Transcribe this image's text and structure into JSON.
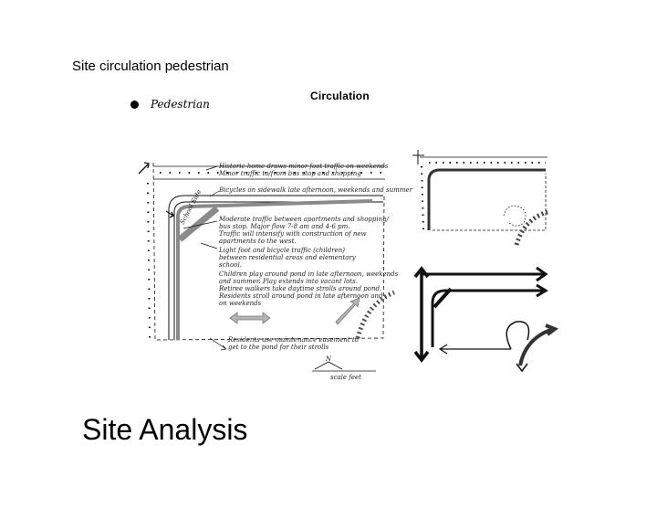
{
  "title": "Site circulation pedestrian",
  "footer": "Site Analysis",
  "sketch": {
    "heading": "Circulation",
    "legend_label": "Pedestrian",
    "notes": [
      "Historic home draws minor foot traffic on weekends",
      "Minor traffic to/from bus stop and shopping",
      "Bicycles on sidewalk late afternoon, weekends and summer",
      "Moderate traffic between apartments and shopping/",
      "bus stop. Major flow 7-8 am and 4-6 pm.",
      "Traffic will intensify with construction of new",
      "apartments to the west.",
      "Light foot and bicycle traffic (children)",
      "between residential areas and elementary",
      "school.",
      "Children play around pond in late afternoon, weekends",
      "and summer. Play extends into vacant lots.",
      "Retiree walkers take daytime strolls around pond.",
      "Residents stroll around pond in late afternoon and",
      "on weekends",
      "Residents use maintenance easement to",
      "get to the pond for their strolls"
    ],
    "side_label": "School Side",
    "north_label": "N",
    "scale_label": "scale feet"
  },
  "colors": {
    "ink": "#111111",
    "tone": "#8a8a8a",
    "light_tone": "#b5b5b5"
  }
}
